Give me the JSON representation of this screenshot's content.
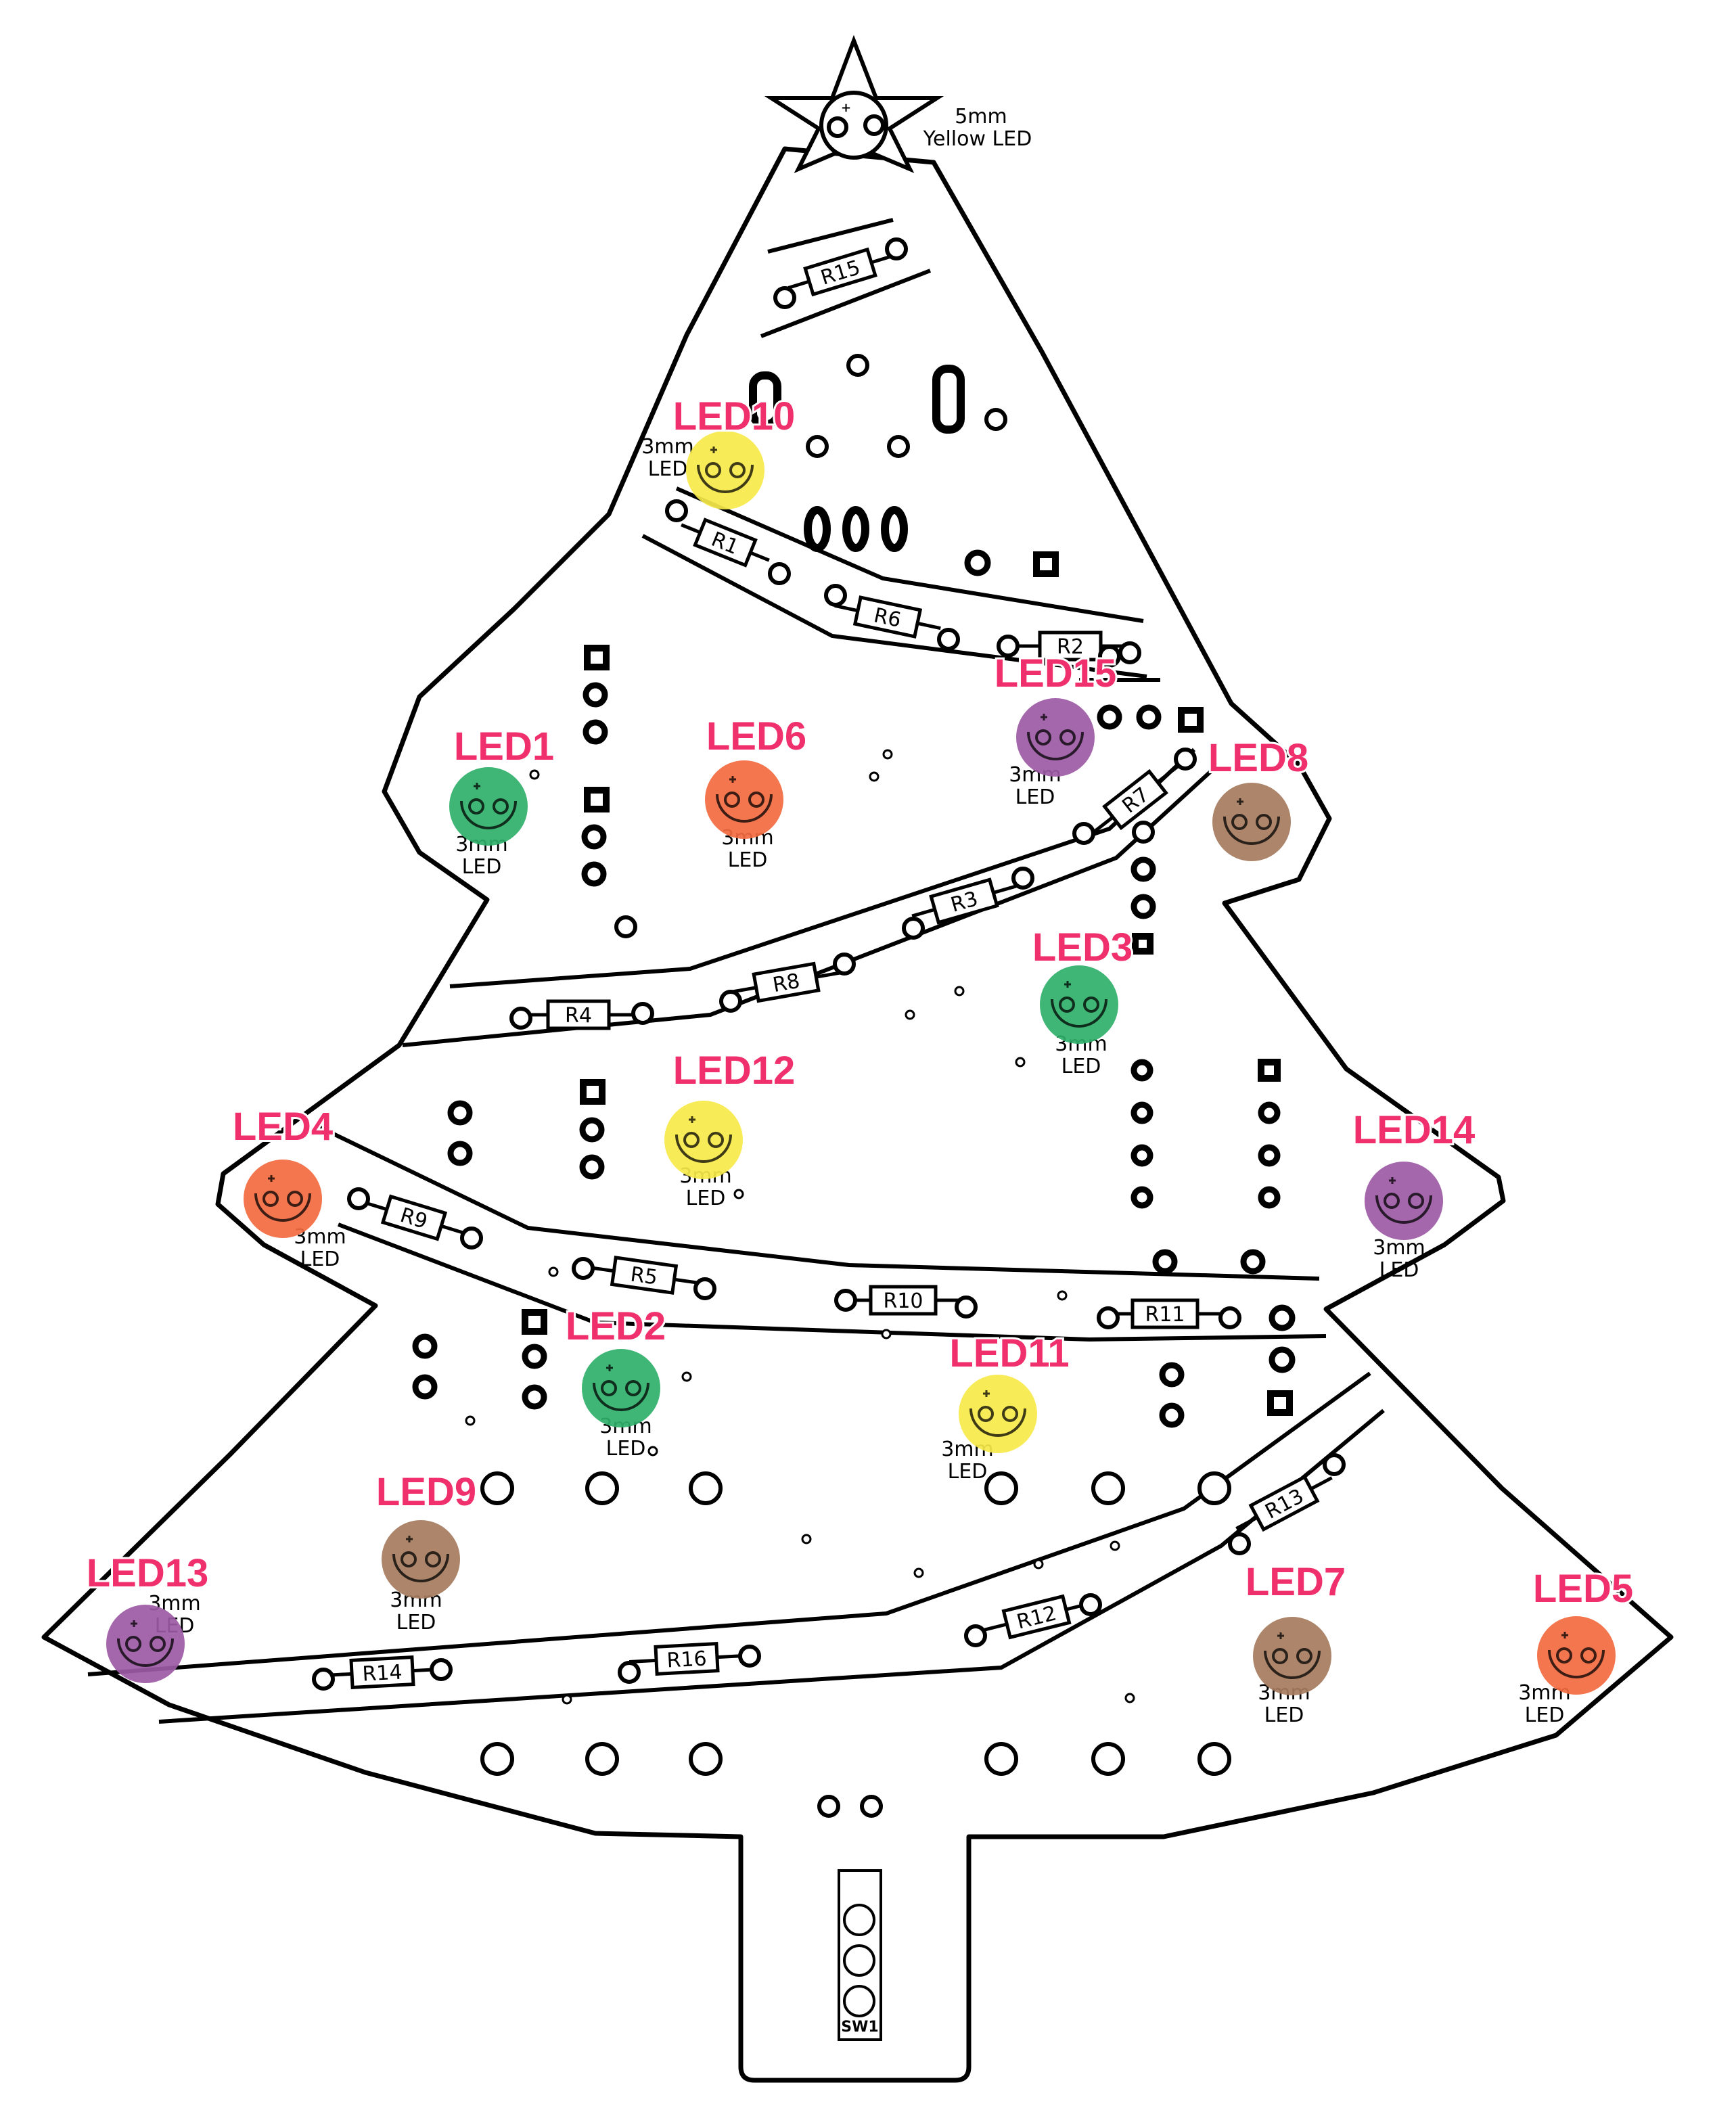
{
  "star_led": {
    "line1": "5mm",
    "line2": "Yellow LED",
    "color": "#ffffff"
  },
  "resistors": [
    {
      "id": "r15",
      "label": "R15"
    },
    {
      "id": "r1",
      "label": "R1"
    },
    {
      "id": "r6",
      "label": "R6"
    },
    {
      "id": "r2",
      "label": "R2"
    },
    {
      "id": "r7",
      "label": "R7"
    },
    {
      "id": "r3",
      "label": "R3"
    },
    {
      "id": "r8",
      "label": "R8"
    },
    {
      "id": "r4",
      "label": "R4"
    },
    {
      "id": "r9",
      "label": "R9"
    },
    {
      "id": "r5",
      "label": "R5"
    },
    {
      "id": "r10",
      "label": "R10"
    },
    {
      "id": "r11",
      "label": "R11"
    },
    {
      "id": "r13",
      "label": "R13"
    },
    {
      "id": "r12",
      "label": "R12"
    },
    {
      "id": "r14",
      "label": "R14"
    },
    {
      "id": "r16",
      "label": "R16"
    }
  ],
  "leds": [
    {
      "id": "led10",
      "name": "LED10",
      "color": "#f7e94a",
      "line1": "3mm",
      "line2": "LED"
    },
    {
      "id": "led15",
      "name": "LED15",
      "color": "#9c5aa4",
      "line1": "3mm",
      "line2": "LED"
    },
    {
      "id": "led1",
      "name": "LED1",
      "color": "#2fb06a",
      "line1": "3mm",
      "line2": "LED"
    },
    {
      "id": "led6",
      "name": "LED6",
      "color": "#f26a40",
      "line1": "3mm",
      "line2": "LED"
    },
    {
      "id": "led8",
      "name": "LED8",
      "color": "#a57b5e",
      "line1": "",
      "line2": ""
    },
    {
      "id": "led3",
      "name": "LED3",
      "color": "#2fb06a",
      "line1": "3mm",
      "line2": "LED"
    },
    {
      "id": "led12",
      "name": "LED12",
      "color": "#f7e94a",
      "line1": "3mm",
      "line2": "LED"
    },
    {
      "id": "led4",
      "name": "LED4",
      "color": "#f26a40",
      "line1": "3mm",
      "line2": "LED"
    },
    {
      "id": "led14",
      "name": "LED14",
      "color": "#9c5aa4",
      "line1": "3mm",
      "line2": "LED"
    },
    {
      "id": "led2",
      "name": "LED2",
      "color": "#2fb06a",
      "line1": "3mm",
      "line2": "LED"
    },
    {
      "id": "led11",
      "name": "LED11",
      "color": "#f7e94a",
      "line1": "3mm",
      "line2": "LED"
    },
    {
      "id": "led9",
      "name": "LED9",
      "color": "#a57b5e",
      "line1": "3mm",
      "line2": "LED"
    },
    {
      "id": "led13",
      "name": "LED13",
      "color": "#9c5aa4",
      "line1": "3mm",
      "line2": "LED"
    },
    {
      "id": "led7",
      "name": "LED7",
      "color": "#a57b5e",
      "line1": "3mm",
      "line2": "LED"
    },
    {
      "id": "led5",
      "name": "LED5",
      "color": "#f26a40",
      "line1": "3mm",
      "line2": "LED"
    }
  ],
  "switch": {
    "label": "SW1"
  }
}
